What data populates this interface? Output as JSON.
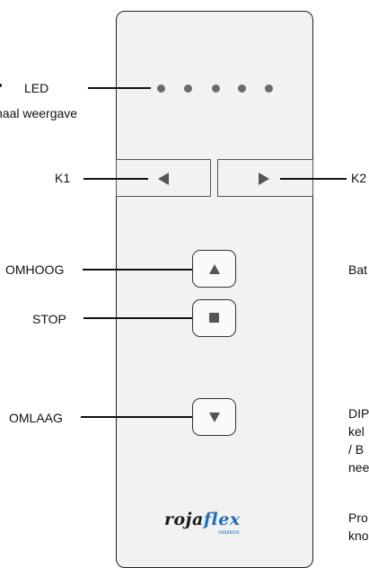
{
  "labels": {
    "led": "LED",
    "led_sub": "naal weergave",
    "k1": "K1",
    "k2": "K2",
    "up": "OMHOOG",
    "stop": "STOP",
    "down": "OMLAAG"
  },
  "right_texts": {
    "battery": "Bat",
    "dip_1": "DIP",
    "dip_2": "kel",
    "dip_3": "/ B",
    "dip_4": "nee",
    "prog_1": "Pro",
    "prog_2": "kno"
  },
  "logo": {
    "brand_part1": "roja",
    "brand_part2": "flex",
    "tagline": "solutions",
    "brand_color": "#1a1a1a",
    "accent_color": "#1f6fb8"
  },
  "icons": {
    "k1": "triangle-left-icon",
    "k2": "triangle-right-icon",
    "up": "triangle-up-icon",
    "stop": "square-stop-icon",
    "down": "triangle-down-icon"
  },
  "led_count": 5
}
